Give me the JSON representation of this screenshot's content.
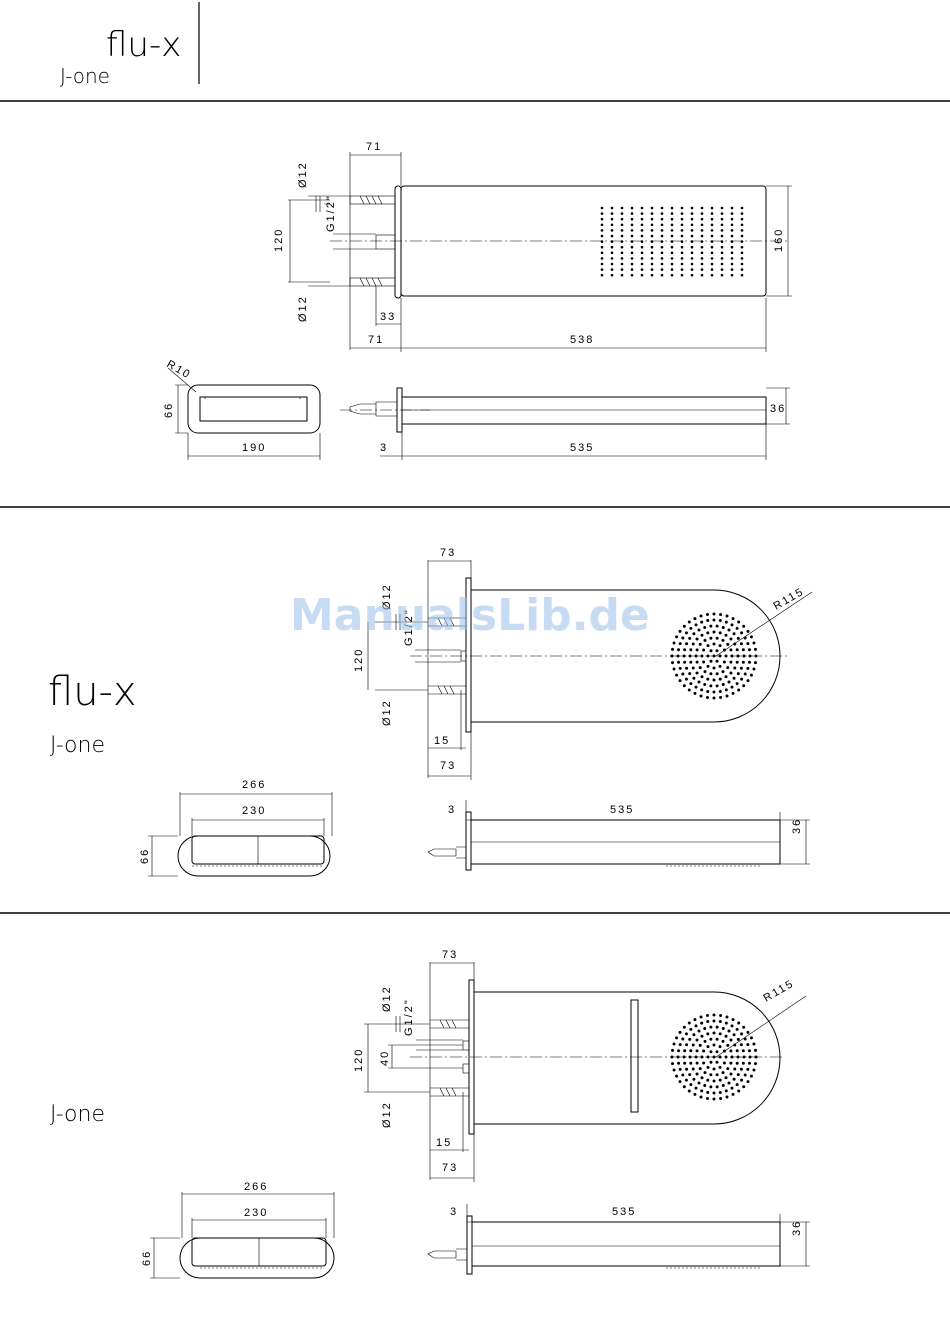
{
  "header": {
    "product": "flu-x",
    "brand": "J-one"
  },
  "watermark": "ManualsLib.de",
  "section1": {
    "top": {
      "d_inlet_depth": "71",
      "d_dia_top": "Ø12",
      "d_thread": "G1/2\"",
      "d_center": "120",
      "d_dia_bottom": "Ø12",
      "d_offset": "33",
      "d_base_depth": "71",
      "d_length": "538",
      "d_width": "160"
    },
    "bottom": {
      "d_radius": "R10",
      "d_height": "66",
      "d_plate_width": "190",
      "d_flange": "3",
      "d_arm": "535",
      "d_thick": "36"
    }
  },
  "section2": {
    "label_product": "flu-x",
    "label_brand": "J-one",
    "top": {
      "d_inlet_depth": "73",
      "d_dia_top": "Ø12",
      "d_thread": "G1/2\"",
      "d_center": "120",
      "d_dia_bottom": "Ø12",
      "d_offset": "15",
      "d_base_depth": "73",
      "d_radius": "R115"
    },
    "bottom": {
      "d_outer": "266",
      "d_inner": "230",
      "d_height": "66",
      "d_flange": "3",
      "d_arm": "535",
      "d_thick": "36"
    }
  },
  "section3": {
    "label_brand": "J-one",
    "top": {
      "d_inlet_depth": "73",
      "d_dia_top": "Ø12",
      "d_thread": "G1/2\"",
      "d_center": "120",
      "d_gap": "40",
      "d_dia_bottom": "Ø12",
      "d_offset": "15",
      "d_base_depth": "73",
      "d_radius": "R115"
    },
    "bottom": {
      "d_outer": "266",
      "d_inner": "230",
      "d_height": "66",
      "d_flange": "3",
      "d_arm": "535",
      "d_thick": "36"
    }
  }
}
